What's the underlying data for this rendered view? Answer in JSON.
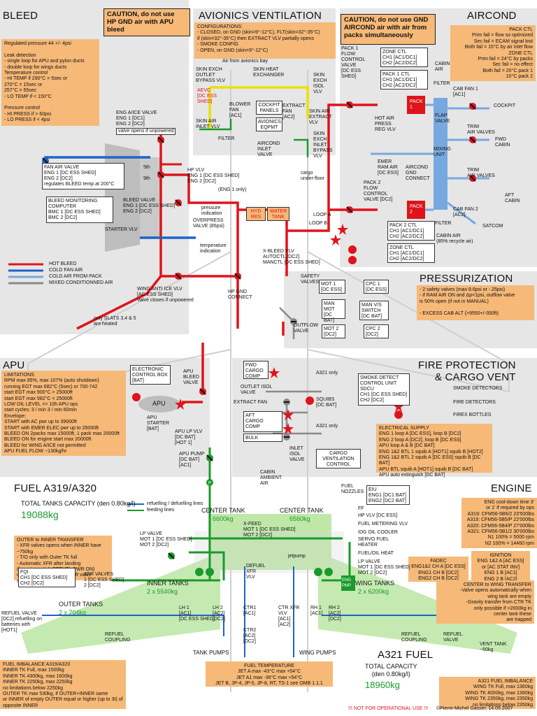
{
  "sections": {
    "bleed": "BLEED",
    "avionics": "AVIONICS VENTILATION",
    "aircond": "AIRCOND",
    "pressurization": "PRESSURIZATION",
    "apu": "APU",
    "fire": "FIRE PROTECTION\n& CARGO VENT",
    "fuel": "FUEL A319/A320",
    "engine": "ENGINE",
    "a321fuel": "A321 FUEL"
  },
  "cautions": {
    "bleed": "CAUTION, do not use\nHP GND air with APU bleed",
    "aircond": "CAUTION, do not use GND\nAIRCOND air with air from\npacks simultaneously"
  },
  "notes": {
    "bleed": "Regulated pressure 44 +/- 4psi\n\nLeak detection\n- single loop for APU and pylon ducts\n- double loop for wings ducts\nTemperature control\n- HI TEMP if 290°C = 5sec or\n            270°C = 15sec or\n            257°C = 55sec\n- LO TEMP if < 150°C\n\nPressure control\n- HI PRESS if > 60psi\n- LO PRESS if < 4psi",
    "avionics_config": "CONFIGURATIONS:\n- CLOSED, on GND (skin=9°-12°C), FLT(skin=32°-35°C)\n  if (skin=32°-35°C) then EXTRACT VLV partially opens\n- SMOKE CONFIG\n- OPEN, on GND (skin=9°-12°C)",
    "aircond": "PACK CTL\nPrim fail = flow so optimized\nSec fail = ECAM signal lost\nBoth fail = 15°C by air inlet flow\nZONE CTL\nPrim fail = 24°C by packs\nSec fail = no effect\nBoth fail = 20°C pack 1\n10°C pack 2",
    "pressurization": "- 2 safety valves (max 8.6psi or -.25psi)\n- if RAM AIR ON and Δp<1psi, outflow valve\n  is 50% open (if not in MANUAL)\n\n- EXCESS CAB ALT (>9550+/-350ft)",
    "apu": "LIMITATIONS\nRPM max 95%, max 107% (auto shutdown)\nrunning EGT max 682°C (5sec) or 700-742\nstart EGT max 900°C > 25000ft\nstart EGT max 982°C < 25000ft\nLOW OIL LEVEL => 10h APU ops\nstart cycles: 3 / min 3 / min 60min\nEnvelope:\nSTART with AC pwr up to 39000ft\nSTART with EMER ELEC pwr up to 25000ft\nBLEED ON 2packs max 15000ft, 1 pack max 20000ft\nBLEED ON for engine start max 20000ft\nBLEED for WING A/ICE not permitted\nAPU FUEL FLOW ~130kg/hr",
    "electrical_supply": "ELECTRICAL SUPPLY\nENG 1 loop A [DC ESS], loop B [DC2]\nENG 2 loop A [DC2], loop B [DC ESS]\nAPU  loop A & B [DC BAT]\nENG 1&2 BTL 1 squib A [HOT1] squib B [HOT2]\nENG 1&2 BTL 2 squib A [DC ESS] squib B [DC BAT]\nAPU BTL squib A [HOT1] squib B [DC BAT]\nAPU auto extinguish [DC BAT]",
    "fuel_transfer": "OUTER to INNER TRANSFER\n- XFR valves opens when INNER have ~750kg\n- T/O only with Outer TK full\n- Automatic XFR after landing\n  (by outer switch REFUEL PWR ON)\n  or transfer via DEFUEL/XFR valve\n  see OMB vol2 1.4 / 28.4",
    "fuel_imbalance": "FUEL IMBALANCE A319/A320\nINNER TK Full, max 1500kg\nINNER TK 4300kg, max 1600kg\nINNER TK 2250kg, max 2250kg\nno limitations below 2250kg\nOUTER TK max 530kg, if OUTER+INNER same\nor INNER of empty OUTER equal or higher (up to 3t) of\nopposite INNER",
    "fuel_temp": "FUEL TEMPERATURE\nJET A max -43°C max +54°C\nJET A1 max -36°C max +54°C\nJET B, JP-4, JP-5, JP-8, RT, TS-1 see OMB 1.1.1",
    "engine": "ENG cool-down time 3'\nor 1' if required by ops\nA319: CFM56-5B6/2 23'500lbs\nA319: CFM56-5B5/P 22'000lbs\nA320: CFM56-5B4/P 27'000lbs\nA321: CFM56-5B1/2 30'000lbs\nN1 100% = 5000 rpm\nN2 100% = 14460 rpm",
    "ignition": "IGNITION\nENG 1&2 A [AC ESS]\nor [AC STAT INV]\nENG 1 B [AC1]\nENG 2 B [AC2]",
    "fadec": "FADEC\nENG1&2 CH A [DC ESS]\nENG1 CH B [DC2]\nENG2 CH B [DC2]",
    "center_wing": "CENTER to WING TRANSFER\n-Valve opens automatically when\n wing tank are empty\n-Gravity transfer from CTR TK\n only possible if >2000kg in\n center tank these\n are trapped",
    "a321_imbalance": "A321 FUEL IMBALANCE\nWING TK Full, max 1360kg\nWING TK 4000kg, max 1360kg\nWING TK 2350kg, max 2350kg\nno limitations below 2350kg"
  },
  "labels": {
    "eng_aice": "ENG A/ICE VALVE\nENG 1 [DC1]\nENG 2 [DC2]",
    "valve_opens": "valve opens if unpowered",
    "fan_air": "FAN AIR VALVE\nENG 1 [DC ESS SHED]\nENG 2 [DC2]\nregulates BLEED temp at 200°C",
    "hp_vlv": "HP VLV\nENG 1 [DC ESS SHED]\nENG 2 [DC2]",
    "bmc": "BLEED MONITORING\nCOMPUTER\nBMC 1 [DC ESS SHED]\nBMC 2 [DC2]",
    "bleed_valve": "BLEED VALVE\nENG 1 [DC ESS SHED]\nENG 2 [DC2]",
    "pressure_ind": "pressure\nindication",
    "overpress": "OVERPRESS\nVALVE (85psi)",
    "starter_vlv": "STARTER VLV",
    "temp_ind": "temperature\nindication",
    "stage5": "5th",
    "stage9": "9th",
    "eng1only": "(ENG 1 only)",
    "legend_hot": "HOT BLEED",
    "legend_cold_fan": "COLD FAN AIR",
    "legend_cold_pack": "COLD AIR FROM PACK",
    "legend_mixed": "MIXED CONDITIONNED AIR",
    "wing_aice": "WING ANTI ICE VLV\n[AC ESS SHED]\nValve closes if unpowered",
    "slats": "only SLATS 3,4 & 5\nare heated",
    "hyd_res": "HYD\nRES",
    "water_tank": "WATER\nTANK",
    "xbleed": "X-BLEED VLV\nAUTOCTL [DC2]\nMANCTL [DC ESS SHED]",
    "hp_gnd": "HP GND\nCONNECT",
    "skin_exch_outlet": "SKIN EXCH\nOUTLET\nBYPASS VLV",
    "air_from_avionics": "Air from avionics bay",
    "skin_heat_exch": "SKIN HEAT\nEXCHANGER",
    "aevc": "AEVC\n[DC ESS\nSHED]",
    "blower": "BLOWER\nFAN\n[AC1]",
    "cockpit_panels": "COCKPIT\nPANELS",
    "avionics_eqpmt": "AVIONICS\nEQPMT",
    "extract_fan": "EXTRACT\nFAN\n[AC2]",
    "skin_exch_isol": "SKIN\nEXCH\nISOL\nVLV",
    "skin_air_inlet": "SKIN AIR\nINLET VLV",
    "skin_air_extract": "SKIN AIR\nEXTRACT\nVLV",
    "filter": "FILTER",
    "aircond_inlet": "AIRCOND\nINLET\nVALVE",
    "skin_exch_inlet": "SKIN\nEXCH\nINLET\nBYPASS\nVLV",
    "cargo_underfloor": "cargo\nunder-floor",
    "pack1_flow": "PACK 1\nFLOW\nCONTROL\nVALVE\n[DC ESS\nSHED]",
    "zone_ctl_top": "ZONE CTL\nCH1 [AC1/DC1]\nCH2 [AC2/DC2]",
    "pack1_ctl": "PACK 1 CTL\nCH1 [AC1/DC1]\nCH2 [AC2/DC2]",
    "cabin_air": "CABIN\nAIR",
    "filter2": "FILTER",
    "cab_fan1": "CAB FAN 1\n[AC1]",
    "cockpit": "COCKPIT",
    "hot_air_press": "HOT AIR\nPRESS\nREG VLV",
    "pack1": "PACK\n1",
    "flap_valve": "FLAP\nVALVE",
    "mixing_unit": "MIXING\nUNIT",
    "trim_air": "TRIM\nAIR VALVES",
    "fwd_cabin": "FWD\nCABIN",
    "emer_ram": "EMER\nRAM AIR\n[DC ESS]",
    "aircond_gnd": "AIRCOND\nGND\nCONNECT",
    "trim_air2": "TRIM\nAIR VALVES",
    "aft_cabin": "AFT\nCABIN",
    "pack2_flow": "PACK 2\nFLOW\nCONTROL\nVALVE [DC2]",
    "pack2": "PACK\n2",
    "cab_fan2": "CAB FAN 2\n[AC2]",
    "satcom": "SATCOM",
    "loop_a": "LOOP A",
    "loop_b": "LOOP B",
    "pack2_ctl": "PACK 2 CTL\nCH1 [AC1/DC1]\nCH2 [AC2/DC2]",
    "zone_ctl_bot": "ZONE CTL\nCH1 [AC1/DC1]\nCH2 [AC2/DC2]",
    "cabin_air2": "CABIN AIR\n(85% recycle air)",
    "filter3": "FILTER",
    "safety_valves": "SAFETY\nVALVES",
    "mot1": "MOT 1\n[DC ESS]",
    "cpc1": "CPC 1\n[DC ESS]",
    "man_mot": "MAN\nMOT\n[DC BAT]",
    "man_vs": "MAN V/S\nSWITCH\n[DC BAT]",
    "mot2": "MOT 2\n[DC2]",
    "cpc2": "CPC 2\n[DC2]",
    "outflow": "OUTFLOW\nVALVE",
    "ecb": "ELECTRONIC\nCONTROL BOX\n[BAT]",
    "apu_bleed": "APU\nBLEED\nVALVE",
    "apu": "APU",
    "apu_starter": "APU\nSTARTER\n[BAT]",
    "apu_lp": "APU LP VLV\n[DC BAT]\n[HOT 1]",
    "apu_pump": "APU PUMP\n[DC BAT]\n[AC1]",
    "fwd_cargo": "FWD\nCARGO\nCOMP",
    "a321only1": "A321 only",
    "outlet_isol": "OUTLET ISOL\nVALVE",
    "extract_fan2": "EXTRACT FAN",
    "aft_cargo": "AFT\nCARGO\nCOMP",
    "bulk": "BULK",
    "a321only2": "A321 only",
    "inlet_isol": "INLET\nISOL\nVALVE",
    "cabin_ambient": "CABIN\nAMBIENT\nAIR",
    "sdcu": "SMOKE DETECT\nCONTROL UNIT\nSDCU\nCH1 [DC ESS SHED]\nCH2 [DC2]",
    "squibs": "SQUIBS\n[DC BAT]",
    "cargo_vent": "CARGO\nVENTILATION\nCONTROL",
    "leg_smoke": "SMOKE DETECTORS",
    "leg_fire": "FIRE DETECTORS",
    "leg_firex": "FIREX BOTTLES",
    "refuel_legend": "refuelling / defuelling lines",
    "feed_legend": "feeding lines",
    "total_capacity": "TOTAL TANKS CAPACITY (den 0.80kg/l)",
    "total_value": "19088kg",
    "center_tank_l": "CENTER TANK",
    "center_tank_l_val": "6600kg",
    "center_tank_r": "CENTER TANK",
    "center_tank_r_val": "6560kg",
    "lp_valve": "LP VALVE\nMOT 1 [DC ESS SHED]\nMOT 2 [DC2]",
    "xfeed": "X-FEED\nMOT 1 [DC ESS SHED]\nMOT 2 [DC2]",
    "fqi": "FQI\nCH1 [DC ESS SHED]\nCH2 [DC2]",
    "xfr_valves": "XFR VALVES\n1 [DC ESS SHED]\n2 [DC2]",
    "inner_tanks": "INNER TANKS",
    "inner_val": "2 x 5540kg",
    "outer_tanks": "OUTER TANKS",
    "outer_val": "2 x 704kg",
    "refuel_valve_l": "REFUEL VALVE\n[DC2] refuelling on\nbatteries with\n[HOT1]",
    "refuel_coupling_l": "REFUEL\nCOUPLING",
    "defuel_xfr": "DEFUEL\nXFR\nVLV",
    "jetpump": "jetpump",
    "pumps_lh": "LH 1\n[AC1]\n[DC ESS SHED]",
    "pumps_lh2": "LH 2\n[AC2]\n[DC2]",
    "ctr1": "CTR1\n[AC1]",
    "ctr2": "CTR2\n[AC2]\n[DC2]",
    "ctr_xfr": "CTR XFR\nVLV\n[AC1]\n[AC2]",
    "rh1": "RH 1\n[AC1]",
    "rh2": "RH 2\n[AC2]\n[DC2]",
    "tank_pumps": "TANK PUMPS",
    "wing_pumps": "WING PUMPS",
    "fuel_nozzles": "FUEL\nNOZZLES",
    "eiu": "EIU\nENG1 [DC1 BAT]\nENG2 [DC2 BAT]",
    "ff": "FF",
    "hp_vlv_eng": "HP VLV [DC ESS]",
    "fmv": "FUEL METERING VLV",
    "idg_cooler": "IDG OIL COOLER",
    "servo_heater": "SERVO FUEL\nHEATER",
    "fuel_oil_heat": "FUEL/OIL HEAT",
    "eng_pmp": "ENG\nPMP",
    "lp_valve_eng": "LP VALVE\nMOT 1 [DC ESS SHED]\nMOT 2 [DC2]",
    "wing_tanks": "WING TANKS",
    "wing_val": "2 x 6200kg",
    "refuel_coupling_r": "REFUEL\nCOUPLING",
    "refuel_valve_r": "REFUEL\nVALVE",
    "vent_tank": "VENT TANK\n~50kg",
    "a321_total": "TOTAL CAPACITY\n(den 0.80kg/l)",
    "a321_total_val": "18960kg",
    "footer_warn": "!!! NOT FOR OPERATIONAL USE !!!",
    "footer_copy": "©Pierre-Michel Gasser, 14.05.2007"
  },
  "colors": {
    "hot": "#e0131b",
    "fan": "#1d64c8",
    "pack": "#78a8e0",
    "mixed": "#8a8a8a",
    "feed": "#1a9a2a",
    "orange": "#f6b978",
    "panel": "#e6e6e6"
  }
}
